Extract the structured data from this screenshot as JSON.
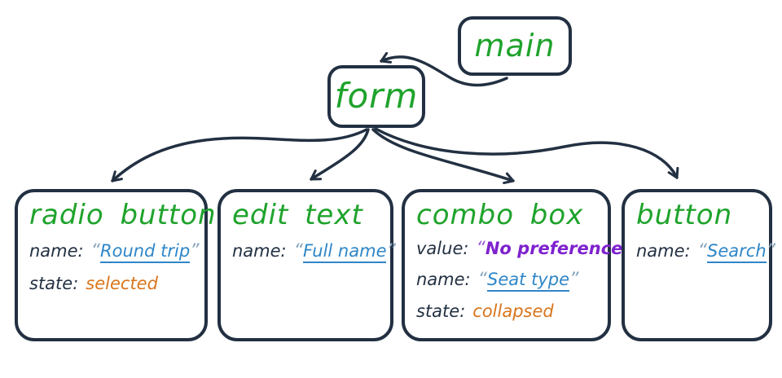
{
  "colors": {
    "ink": "#223042",
    "green": "#1fa32c",
    "blue": "#2e86c8",
    "blue_quote": "#84a3bc",
    "purple": "#7e22cf",
    "purple_quote": "#9b55dd",
    "orange": "#d9751c",
    "background": "#ffffff"
  },
  "nodes": {
    "main": {
      "title": "main"
    },
    "form": {
      "title": "form"
    },
    "radio_button": {
      "title": "radio button",
      "props": [
        {
          "label": "name:",
          "open_quote": "“",
          "value": "Round trip",
          "close_quote": "”"
        },
        {
          "label": "state:",
          "open_quote": "",
          "value": "selected",
          "close_quote": ""
        }
      ]
    },
    "edit_text": {
      "title": "edit text",
      "props": [
        {
          "label": "name:",
          "open_quote": "“",
          "value": "Full name",
          "close_quote": "”"
        }
      ]
    },
    "combo_box": {
      "title": "combo box",
      "props": [
        {
          "label": "value:",
          "open_quote": "“",
          "value": "No preference",
          "close_quote": "”"
        },
        {
          "label": "name:",
          "open_quote": "“",
          "value": "Seat type",
          "close_quote": "”"
        },
        {
          "label": "state:",
          "open_quote": "",
          "value": "collapsed",
          "close_quote": ""
        }
      ]
    },
    "button": {
      "title": "button",
      "props": [
        {
          "label": "name:",
          "open_quote": "“",
          "value": "Search",
          "close_quote": "”"
        }
      ]
    }
  },
  "edges": [
    {
      "from": "main",
      "to": "form"
    },
    {
      "from": "form",
      "to": "radio_button"
    },
    {
      "from": "form",
      "to": "edit_text"
    },
    {
      "from": "form",
      "to": "combo_box"
    },
    {
      "from": "form",
      "to": "button"
    }
  ]
}
